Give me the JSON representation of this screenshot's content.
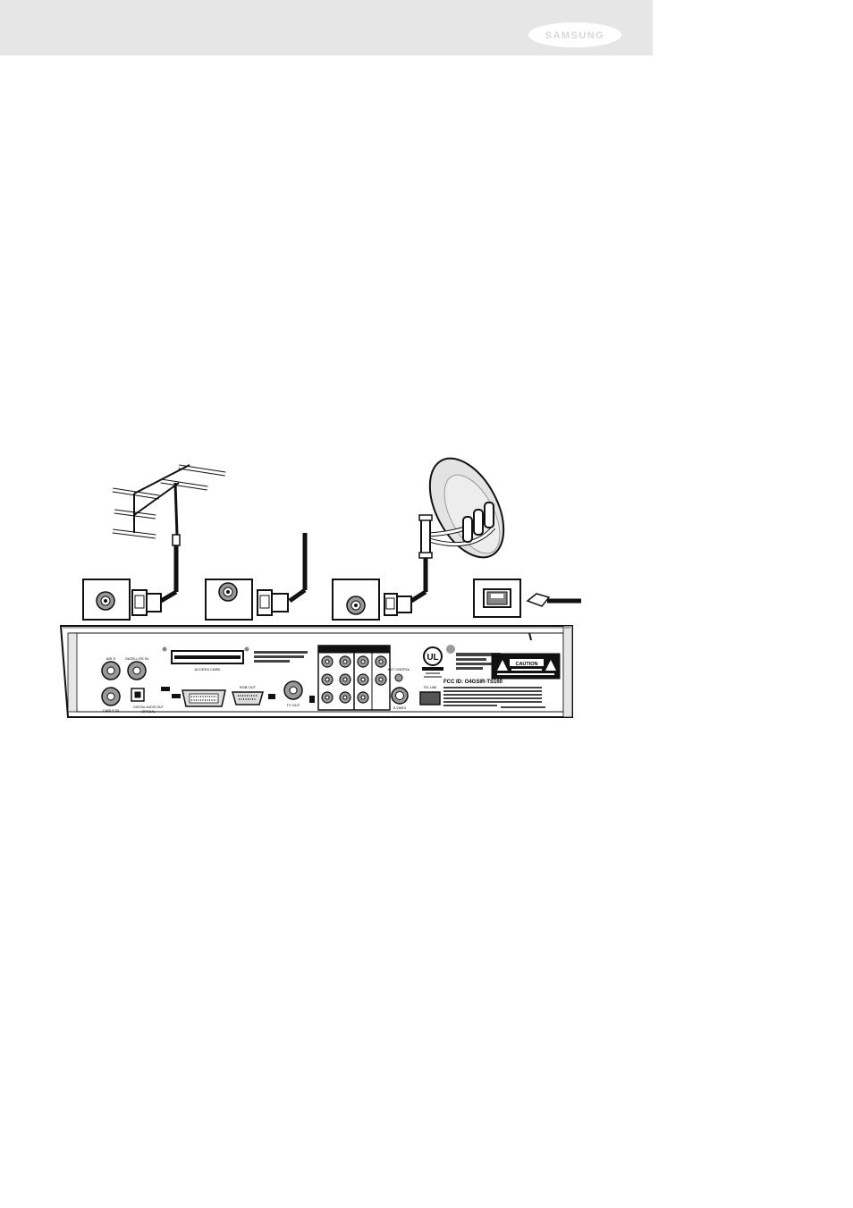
{
  "header": {
    "brand": "SAMSUNG"
  },
  "panel": {
    "airs_label": "AIR S",
    "satellite_in_label": "SATELLITE IN",
    "cable_in_label": "CABLE IN",
    "digital_audio_out_label": "DIGITAL AUDIO OUT",
    "optical_label": "OPTICAL",
    "access_card_label": "ACCESS CARD",
    "rgb_out_label": "RGB OUT",
    "tv_out_label": "TV OUT",
    "ant_control_label": "ANT CONTROL",
    "tel_line_label": "TEL LINE",
    "s_video_label": "S-VIDEO",
    "fcc_id": "FCC ID: O4GSIR-TS160",
    "caution_label": "CAUTION"
  },
  "colors": {
    "header_band": "#e6e6e6",
    "outline": "#111111",
    "panel_fill": "#ffffff",
    "jack_fill": "#9a9a9a",
    "dish_fill": "#e3e3e3"
  }
}
